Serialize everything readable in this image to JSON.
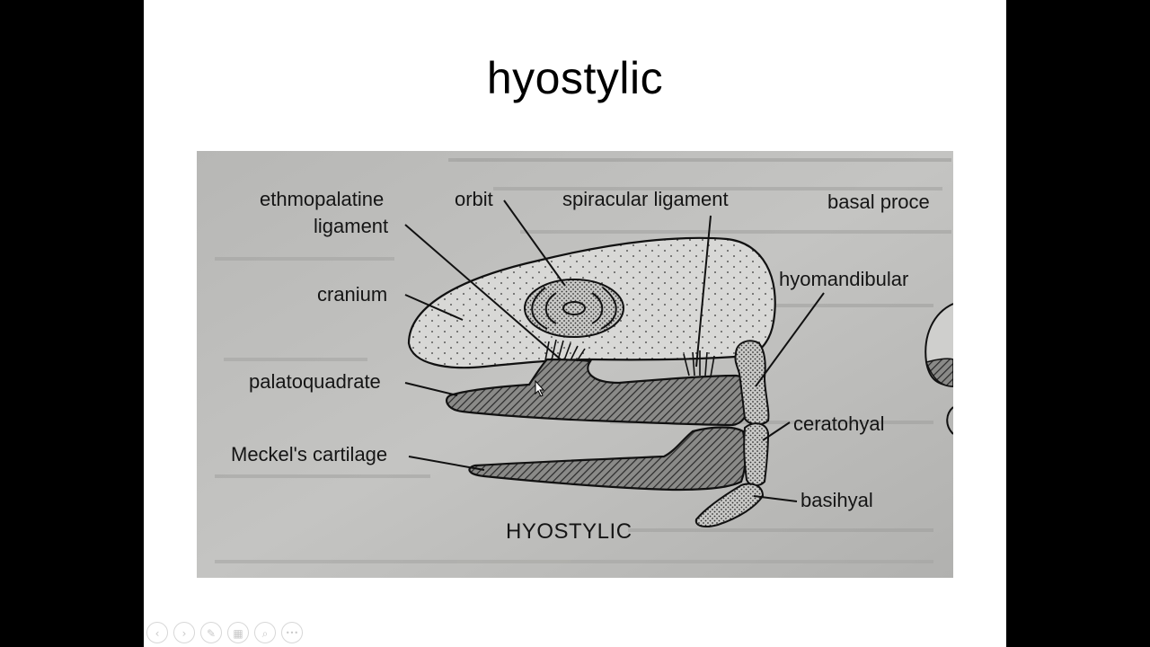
{
  "slide": {
    "title": "hyostylic"
  },
  "diagram": {
    "labels": {
      "ethmopalatine": "ethmopalatine",
      "ligament": "ligament",
      "orbit": "orbit",
      "spiracular_ligament": "spiracular ligament",
      "basal_process": "basal proce",
      "hyomandibular": "hyomandibular",
      "cranium": "cranium",
      "palatoquadrate": "palatoquadrate",
      "ceratohyal": "ceratohyal",
      "meckels_cartilage": "Meckel's cartilage",
      "basihyal": "basihyal",
      "caption": "HYOSTYLIC"
    }
  },
  "controls": {
    "prev": "‹",
    "next": "›",
    "pen": "✎",
    "slides": "▦",
    "zoom": "⌕",
    "more": "•••"
  }
}
